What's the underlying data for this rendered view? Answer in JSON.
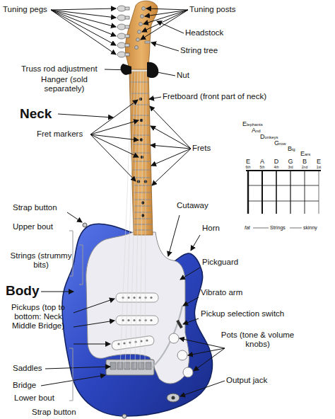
{
  "diagram": {
    "labels": [
      "Tuning pegs",
      "Tuning posts",
      "Headstock",
      "String tree",
      "Truss rod adjustment",
      "Hanger (sold separately)",
      "Nut",
      "Fretboard (front part of neck)",
      "Neck",
      "Fret markers",
      "Frets",
      "Elephants",
      "And",
      "Donkeys",
      "Grow",
      "Big",
      "Ears",
      "E",
      "A",
      "D",
      "G",
      "B",
      "E",
      "6th",
      "5th",
      "4th",
      "3rd",
      "2nd",
      "1st",
      "Cutaway",
      "Strap button",
      "Horn",
      "Upper bout",
      "Strings (strummy bits)",
      "Pickguard",
      "fat",
      "Strings",
      "skinny",
      "Body",
      "Vibrato arm",
      "Pickups (top to bottom: Neck Middle Bridge)",
      "Pickup selection switch",
      "Pots (tone & volume knobs)",
      "Saddles",
      "Bridge",
      "Output jack",
      "Lower bout",
      "Strap button"
    ]
  }
}
